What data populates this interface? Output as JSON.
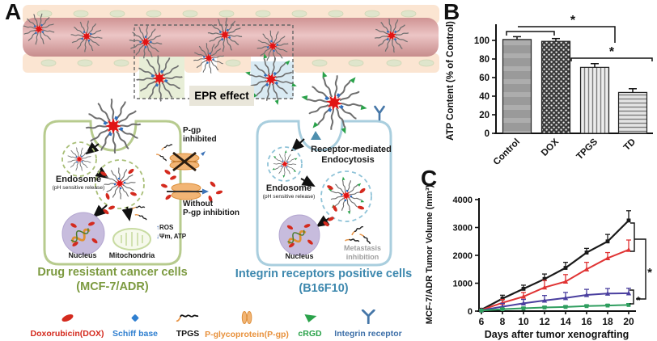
{
  "panel_labels": {
    "a": "A",
    "b": "B",
    "c": "C"
  },
  "diagram": {
    "epr_label": "EPR effect",
    "pgp_inhibited_l1": "P-gp",
    "pgp_inhibited_l2": "inhibited",
    "without_pgp_l1": "Without",
    "without_pgp_l2": "P-gp inhibition",
    "left_endosome": "Endosome",
    "left_endosome_sub": "(pH sensitive release)",
    "left_nucleus": "Nucleus",
    "mitochondria": "Mitochondria",
    "ros_arrow": "↑",
    "ros_label": "ROS",
    "psi_arrow": "↓",
    "psi_label": "Ψm, ATP",
    "left_title_l1": "Drug resistant cancer cells",
    "left_title_l2": "(MCF-7/ADR)",
    "left_title_color": "#7c9a40",
    "rme_l1": "Receptor-mediated",
    "rme_l2": "Endocytosis",
    "right_endosome": "Endosome",
    "right_endosome_sub": "(pH sensitive release)",
    "right_nucleus": "Nucleus",
    "metastasis_l1": "Metastasis",
    "metastasis_l2": "inhibition",
    "right_title_l1": "Integrin receptors positive cells",
    "right_title_l2": "(B16F10)",
    "right_title_color": "#3d88ae",
    "legend": [
      {
        "name": "doxorubicin",
        "label": "Doxorubicin(DOX)",
        "color": "#d42a1e"
      },
      {
        "name": "schiff-base",
        "label": "Schiff base",
        "color": "#2f7fd0"
      },
      {
        "name": "tpgs",
        "label": "TPGS",
        "color": "#111111"
      },
      {
        "name": "p-glycoprotein",
        "label": "P-glycoprotein(P-gp)",
        "color": "#e8913c"
      },
      {
        "name": "crgd",
        "label": "cRGD",
        "color": "#2aa24a"
      },
      {
        "name": "integrin-receptor",
        "label": "Integrin receptor",
        "color": "#3d6fa8"
      }
    ]
  },
  "chart_data": [
    {
      "id": "atp-bar-chart",
      "type": "bar",
      "title": "",
      "xlabel": "",
      "ylabel": "ATP Content (% of Control)",
      "categories": [
        "Control",
        "DOX",
        "TPGS",
        "TD"
      ],
      "values": [
        101,
        99,
        71,
        44
      ],
      "errors": [
        3,
        3,
        4,
        4
      ],
      "ylim": [
        0,
        115
      ],
      "yticks": [
        0,
        20,
        40,
        60,
        80,
        100
      ],
      "grid": false,
      "significance": [
        {
          "label": "*",
          "note": "Control/DOX vs TD"
        },
        {
          "label": "*",
          "note": "TPGS vs TD"
        }
      ]
    },
    {
      "id": "tumor-line-chart",
      "type": "line",
      "title": "",
      "xlabel": "Days after tumor xenografting",
      "ylabel": "MCF-7/ADR Tumor Volume (mm³)",
      "x": [
        6,
        8,
        10,
        12,
        14,
        16,
        18,
        20
      ],
      "xticks": [
        6,
        8,
        10,
        12,
        14,
        16,
        18,
        20
      ],
      "ylim": [
        0,
        4000
      ],
      "yticks": [
        0,
        1000,
        2000,
        3000,
        4000
      ],
      "grid": false,
      "legend_position": "none",
      "series": [
        {
          "name": "saline-black",
          "color": "#1a1a1a",
          "marker": "square",
          "values": [
            50,
            450,
            800,
            1150,
            1550,
            2100,
            2500,
            3250
          ],
          "errors": [
            30,
            120,
            130,
            180,
            200,
            150,
            250,
            350
          ]
        },
        {
          "name": "dox-red",
          "color": "#e03434",
          "marker": "triangle",
          "values": [
            40,
            300,
            520,
            850,
            1060,
            1500,
            1900,
            2200
          ],
          "errors": [
            30,
            120,
            150,
            250,
            250,
            250,
            200,
            350
          ]
        },
        {
          "name": "tpgs-blue",
          "color": "#4a3f9f",
          "marker": "triangle",
          "values": [
            30,
            160,
            280,
            380,
            470,
            580,
            630,
            640
          ],
          "errors": [
            20,
            120,
            140,
            180,
            200,
            200,
            180,
            180
          ]
        },
        {
          "name": "td-green",
          "color": "#2f9e5f",
          "marker": "square",
          "values": [
            20,
            70,
            100,
            130,
            150,
            180,
            200,
            220
          ],
          "errors": [
            10,
            30,
            40,
            40,
            40,
            40,
            40,
            50
          ]
        }
      ],
      "significance": [
        {
          "label": "*",
          "note": "black/red vs green"
        },
        {
          "label": "*",
          "note": "blue vs green"
        }
      ]
    }
  ]
}
